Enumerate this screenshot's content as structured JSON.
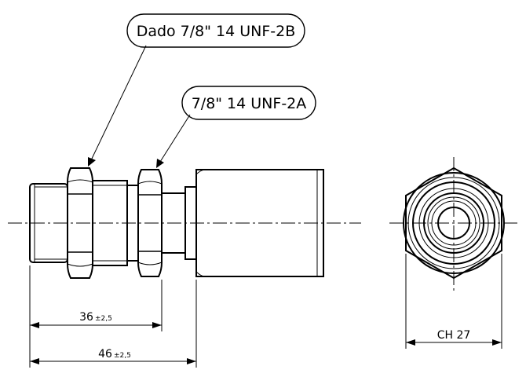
{
  "callouts": {
    "nut_thread": "Dado 7/8\"  14 UNF-2B",
    "male_thread": "7/8\" 14 UNF-2A"
  },
  "dimensions": {
    "short_length": {
      "value": "36",
      "tolerance": "±2,5"
    },
    "long_length": {
      "value": "46",
      "tolerance": "±2,5"
    },
    "hex_size": "CH 27"
  }
}
